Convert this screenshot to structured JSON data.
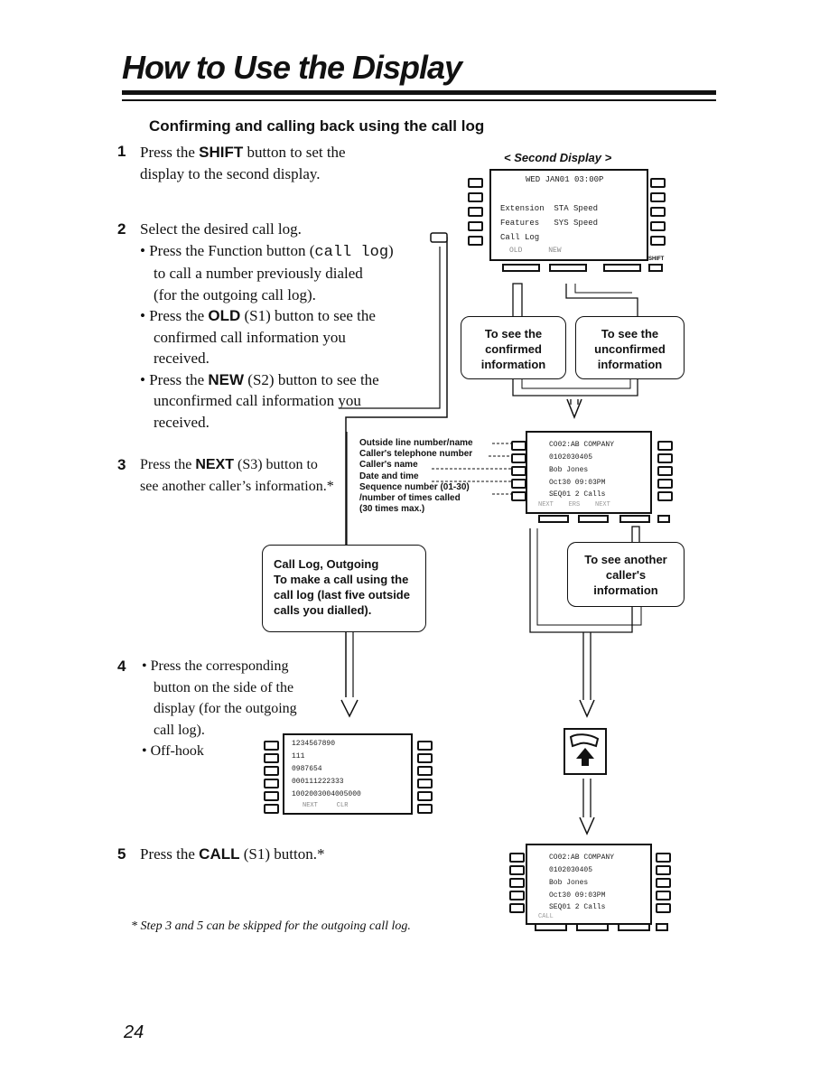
{
  "page": {
    "title": "How to Use the Display",
    "subheading": "Confirming and calling back using the call log",
    "page_number": "24",
    "footnote": "* Step 3 and 5 can be skipped for the outgoing call log."
  },
  "steps": {
    "s1": {
      "num": "1",
      "pre": "Press the ",
      "bold": "SHIFT",
      "post": " button to set the",
      "line2": "display to the second display."
    },
    "s2": {
      "num": "2",
      "line1": "Select the desired call log.",
      "b1_pre": "• Press the Function button (",
      "b1_mono": "call log",
      "b1_post": ")",
      "b1_l2": "to call a number previously dialed",
      "b1_l3": "(for the outgoing call log).",
      "b2_pre": "• Press the ",
      "b2_bold": "OLD",
      "b2_post": " (S1) button to see the",
      "b2_l2": "confirmed call information you",
      "b2_l3": "received.",
      "b3_pre": "• Press the ",
      "b3_bold": "NEW",
      "b3_post": " (S2) button to see the",
      "b3_l2": "unconfirmed call information you",
      "b3_l3": "received."
    },
    "s3": {
      "num": "3",
      "pre": "Press the ",
      "bold": "NEXT",
      "post": " (S3) button to",
      "line2": "see another caller’s information.*"
    },
    "s4": {
      "num": "4",
      "l1": "• Press the corresponding",
      "l2": "button on the side of the",
      "l3": "display (for the outgoing",
      "l4": "call log).",
      "l5": "• Off-hook"
    },
    "s5": {
      "num": "5",
      "pre": "Press the ",
      "bold": "CALL",
      "post": " (S1) button.*"
    }
  },
  "second_display": {
    "caption": "< Second Display >",
    "line1": "WED JAN01 03:00P",
    "line2": "Extension  STA Speed",
    "line3": "Features   SYS Speed",
    "line4": "Call Log",
    "softkeys": "OLD      NEW",
    "shift_label": "SHIFT"
  },
  "callouts": {
    "confirmed": [
      "To see the",
      "confirmed",
      "information"
    ],
    "unconfirmed": [
      "To see the",
      "unconfirmed",
      "information"
    ],
    "another": [
      "To see another",
      "caller's",
      "information"
    ],
    "outgoing": [
      "Call Log, Outgoing",
      "To make a call using the",
      "call log (last five outside",
      "calls you dialled)."
    ]
  },
  "legend": {
    "l1": "Outside line number/name",
    "l2": "Caller's telephone number",
    "l3": "Caller's name",
    "l4": "Date and time",
    "l5": "Sequence number (01-30)",
    "l6": "/number of times called",
    "l7": "(30 times max.)"
  },
  "caller_display": {
    "line1": "CO02:AB COMPANY",
    "line2": "0102030405",
    "line3": "Bob Jones",
    "line4": "Oct30 09:03PM",
    "line5": "SEQ01 2 Calls",
    "softkeys": "NEXT    ERS    NEXT"
  },
  "outgoing_display": {
    "line1": "1234567890",
    "line2": "111",
    "line3": "0987654",
    "line4": "000111222333",
    "line5": "1002003004005000",
    "softkeys": "NEXT     CLR"
  },
  "call_display": {
    "line1": "CO02:AB COMPANY",
    "line2": "0102030405",
    "line3": "Bob Jones",
    "line4": "Oct30 09:03PM",
    "line5": "SEQ01 2 Calls",
    "softkeys": "CALL"
  },
  "icons": {
    "arrows": "arrow-down-icon",
    "handset": "off-hook-handset-icon"
  }
}
